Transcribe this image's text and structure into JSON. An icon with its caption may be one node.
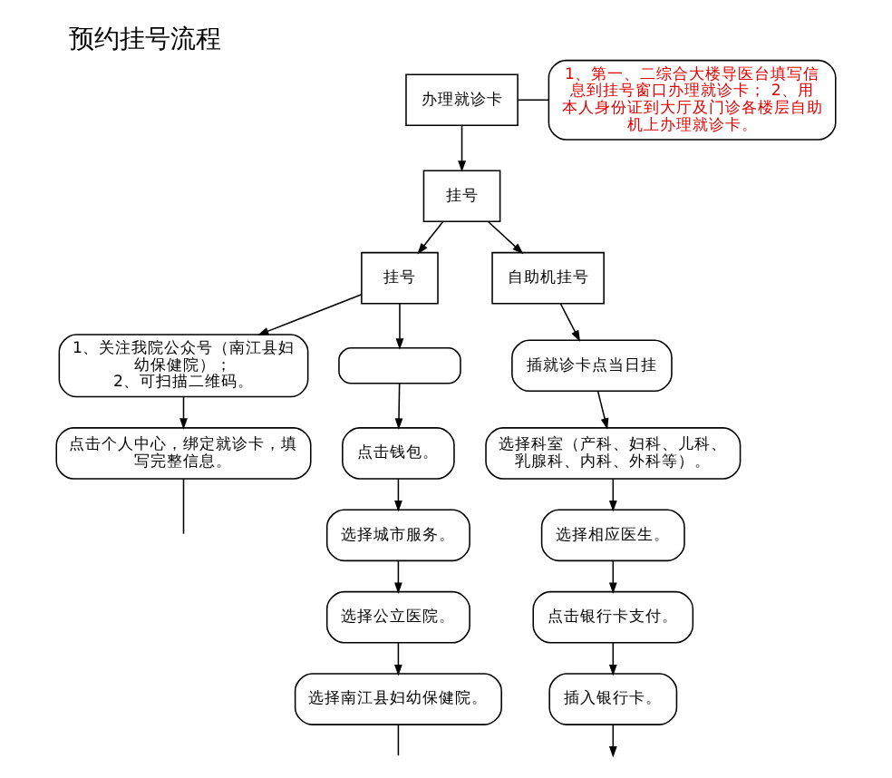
{
  "diagram": {
    "title": "预约挂号流程",
    "nodes": [
      {
        "text": [
          "办理就诊卡"
        ]
      },
      {
        "text": [
          "1、第一、二综合大楼导医台填写信息到挂号窗口办理就诊卡； 2、用本人身份证到大厅及门诊各楼层自助机上办理就诊卡。"
        ]
      },
      {
        "text": [
          "挂号"
        ]
      },
      {
        "text": [
          "挂号"
        ]
      },
      {
        "text": [
          "自助机挂号"
        ]
      },
      {
        "text": [
          "1、关注我院公众号（南江县妇幼保健院）；",
          "2、可扫描二维码。"
        ]
      },
      {
        "text": [
          "点击个人中心，绑定就诊卡，填写完整信息。"
        ]
      },
      {
        "text": [],
        "shape": "box"
      },
      {
        "text": [
          "点击钱包。"
        ]
      },
      {
        "text": [
          "选择城市服务。"
        ]
      },
      {
        "text": [
          "选择公立医院。"
        ]
      },
      {
        "text": [
          "选择南江县妇幼保健院。"
        ]
      },
      {
        "text": [
          "插就诊卡点当日挂"
        ]
      },
      {
        "text": [
          "选择科室（产科、妇科、儿科、乳腺科、内科、外科等）。"
        ]
      },
      {
        "text": [
          "选择相应医生。"
        ]
      },
      {
        "text": [
          "点击银行卡支付。"
        ]
      },
      {
        "text": [
          "插入银行卡。"
        ]
      }
    ],
    "edges": [
      {
        "from": 0,
        "to": 1,
        "arrow": "none"
      },
      {
        "from": 0,
        "to": 2,
        "arrow": "to"
      },
      {
        "from": 2,
        "to": 3,
        "arrow": "to"
      },
      {
        "from": 2,
        "to": 4,
        "arrow": "to"
      },
      {
        "from": 3,
        "to": 5,
        "arrow": "to"
      },
      {
        "from": 3,
        "to": 7,
        "arrow": "to"
      },
      {
        "from": 5,
        "to": 6,
        "arrow": "to"
      },
      {
        "from": 7,
        "to": 8,
        "arrow": "to"
      },
      {
        "from": 8,
        "to": 9,
        "arrow": "to"
      },
      {
        "from": 9,
        "to": 10,
        "arrow": "to"
      },
      {
        "from": 10,
        "to": 11,
        "arrow": "to"
      },
      {
        "from": 4,
        "to": 12,
        "arrow": "to"
      },
      {
        "from": 12,
        "to": 13,
        "arrow": "to"
      },
      {
        "from": 13,
        "to": 14,
        "arrow": "to"
      },
      {
        "from": 14,
        "to": 15,
        "arrow": "to"
      },
      {
        "from": 15,
        "to": 16,
        "arrow": "to"
      },
      {
        "from": 6,
        "to": null,
        "arrow": "none"
      },
      {
        "from": 11,
        "to": null,
        "arrow": "none"
      },
      {
        "from": 16,
        "to": null,
        "arrow": "to"
      }
    ]
  }
}
